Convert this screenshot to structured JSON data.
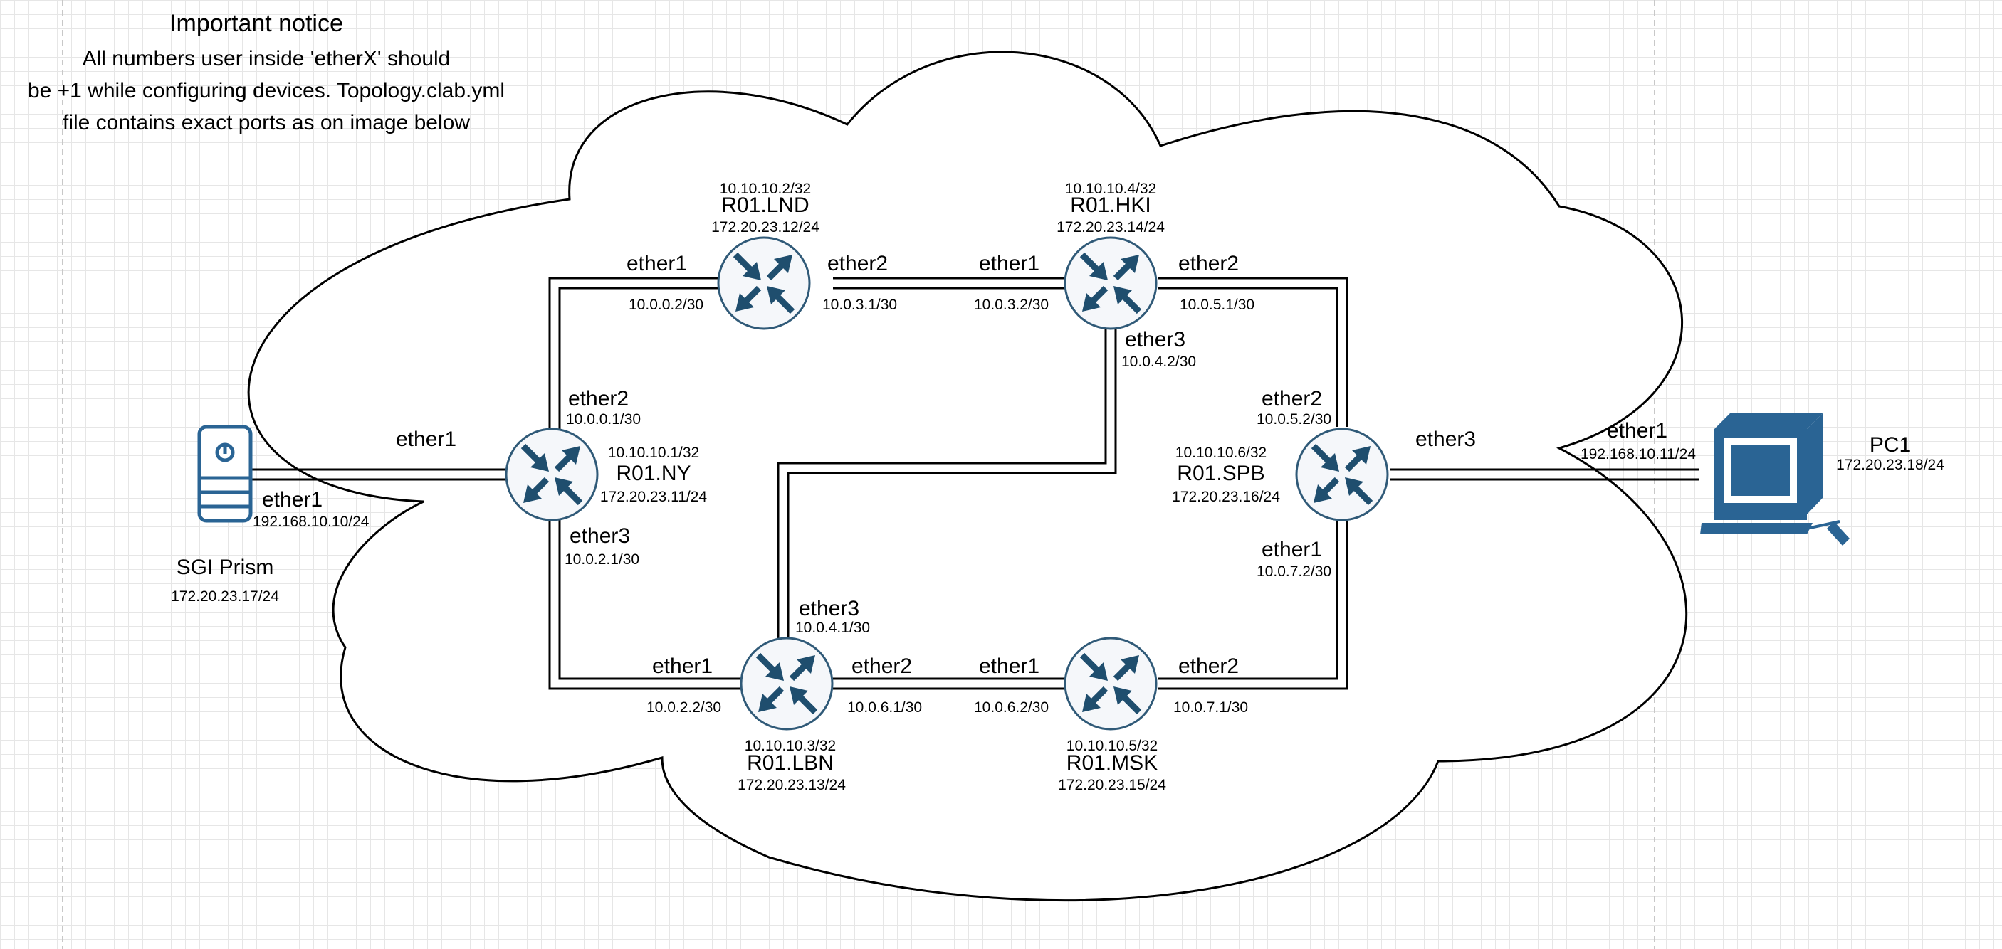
{
  "notice": {
    "title": "Important notice",
    "lines": [
      "All numbers user inside 'etherX' should",
      "be +1 while configuring devices. Topology.clab.yml",
      "file contains exact ports as on image below"
    ]
  },
  "routers": [
    {
      "id": "lnd",
      "name": "R01.LND",
      "loopback": "10.10.10.2/32",
      "mgmt": "172.20.23.12/24"
    },
    {
      "id": "hki",
      "name": "R01.HKI",
      "loopback": "10.10.10.4/32",
      "mgmt": "172.20.23.14/24"
    },
    {
      "id": "ny",
      "name": "R01.NY",
      "loopback": "10.10.10.1/32",
      "mgmt": "172.20.23.11/24"
    },
    {
      "id": "spb",
      "name": "R01.SPB",
      "loopback": "10.10.10.6/32",
      "mgmt": "172.20.23.16/24"
    },
    {
      "id": "lbn",
      "name": "R01.LBN",
      "loopback": "10.10.10.3/32",
      "mgmt": "172.20.23.13/24"
    },
    {
      "id": "msk",
      "name": "R01.MSK",
      "loopback": "10.10.10.5/32",
      "mgmt": "172.20.23.15/24"
    }
  ],
  "hosts": [
    {
      "id": "sgi",
      "name": "SGI Prism",
      "mgmt": "172.20.23.17/24",
      "iface": "ether1",
      "ip": "192.168.10.10/24"
    },
    {
      "id": "pc1",
      "name": "PC1",
      "mgmt": "172.20.23.18/24",
      "iface": "ether1",
      "ip": "192.168.10.11/24"
    }
  ],
  "ports": [
    {
      "id": "lnd-e1",
      "name": "ether1",
      "ip": "10.0.0.2/30"
    },
    {
      "id": "lnd-e2",
      "name": "ether2",
      "ip": "10.0.3.1/30"
    },
    {
      "id": "hki-e1",
      "name": "ether1",
      "ip": "10.0.3.2/30"
    },
    {
      "id": "hki-e2",
      "name": "ether2",
      "ip": "10.0.5.1/30"
    },
    {
      "id": "hki-e3",
      "name": "ether3",
      "ip": "10.0.4.2/30"
    },
    {
      "id": "ny-e1",
      "name": "ether1",
      "ip": ""
    },
    {
      "id": "ny-e2",
      "name": "ether2",
      "ip": "10.0.0.1/30"
    },
    {
      "id": "ny-e3",
      "name": "ether3",
      "ip": "10.0.2.1/30"
    },
    {
      "id": "spb-e1",
      "name": "ether1",
      "ip": "10.0.7.2/30"
    },
    {
      "id": "spb-e2",
      "name": "ether2",
      "ip": "10.0.5.2/30"
    },
    {
      "id": "spb-e3",
      "name": "ether3",
      "ip": ""
    },
    {
      "id": "lbn-e1",
      "name": "ether1",
      "ip": "10.0.2.2/30"
    },
    {
      "id": "lbn-e2",
      "name": "ether2",
      "ip": "10.0.6.1/30"
    },
    {
      "id": "lbn-e3",
      "name": "ether3",
      "ip": "10.0.4.1/30"
    },
    {
      "id": "msk-e1",
      "name": "ether1",
      "ip": "10.0.6.2/30"
    },
    {
      "id": "msk-e2",
      "name": "ether2",
      "ip": "10.0.7.1/30"
    }
  ],
  "icons": {
    "router": "router-icon",
    "server": "server-icon",
    "pc": "desktop-computer-icon",
    "cloud": "network-cloud"
  },
  "colors": {
    "router_fill": "#f5f7fa",
    "router_stroke": "#305a78",
    "router_arrows": "#1f4e6e",
    "device_blue": "#2a6494",
    "link": "#000000",
    "grid": "#e6e6e6"
  }
}
